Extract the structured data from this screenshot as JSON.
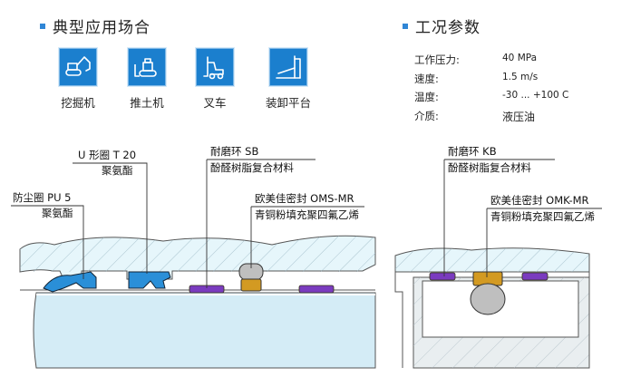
{
  "applications": {
    "title": "典型应用场合",
    "items": [
      {
        "label": "挖掘机",
        "icon": "excavator-icon"
      },
      {
        "label": "推土机",
        "icon": "bulldozer-icon"
      },
      {
        "label": "叉车",
        "icon": "forklift-icon"
      },
      {
        "label": "装卸平台",
        "icon": "loading-platform-icon"
      }
    ]
  },
  "conditions": {
    "title": "工况参数",
    "rows": [
      {
        "key": "工作压力:",
        "value": "40 MPa"
      },
      {
        "key": "速度:",
        "value": "1.5 m/s"
      },
      {
        "key": "温度:",
        "value": "-30 ... +100 C"
      },
      {
        "key": "介质:",
        "value": "液压油"
      }
    ]
  },
  "callouts": {
    "u_seal": {
      "line1": "U 形圈 T 20",
      "line2": "聚氨酯"
    },
    "wiper": {
      "line1": "防尘圈 PU 5",
      "line2": "聚氨酯"
    },
    "wear_ring_sb": {
      "line1": "耐磨环 SB",
      "line2": "酚醛树脂复合材料"
    },
    "rod_seal_oms": {
      "line1": "欧美佳密封 OMS-MR",
      "line2": "青铜粉填充聚四氟乙烯"
    },
    "wear_ring_kb": {
      "line1": "耐磨环 KB",
      "line2": "酚醛树脂复合材料"
    },
    "piston_seal_omk": {
      "line1": "欧美佳密封 OMK-MR",
      "line2": "青铜粉填充聚四氟乙烯"
    }
  },
  "colors": {
    "accent": "#2f86d6",
    "icon_bg": "#1b7fce",
    "housing_fill": "#e6f6fb",
    "rod_fill": "#d4ecf6",
    "seal_fill": "#2a8fd8",
    "wear_ring": "#7a3bbf",
    "bronze": "#d39a22",
    "oring": "#bfbfbf"
  }
}
